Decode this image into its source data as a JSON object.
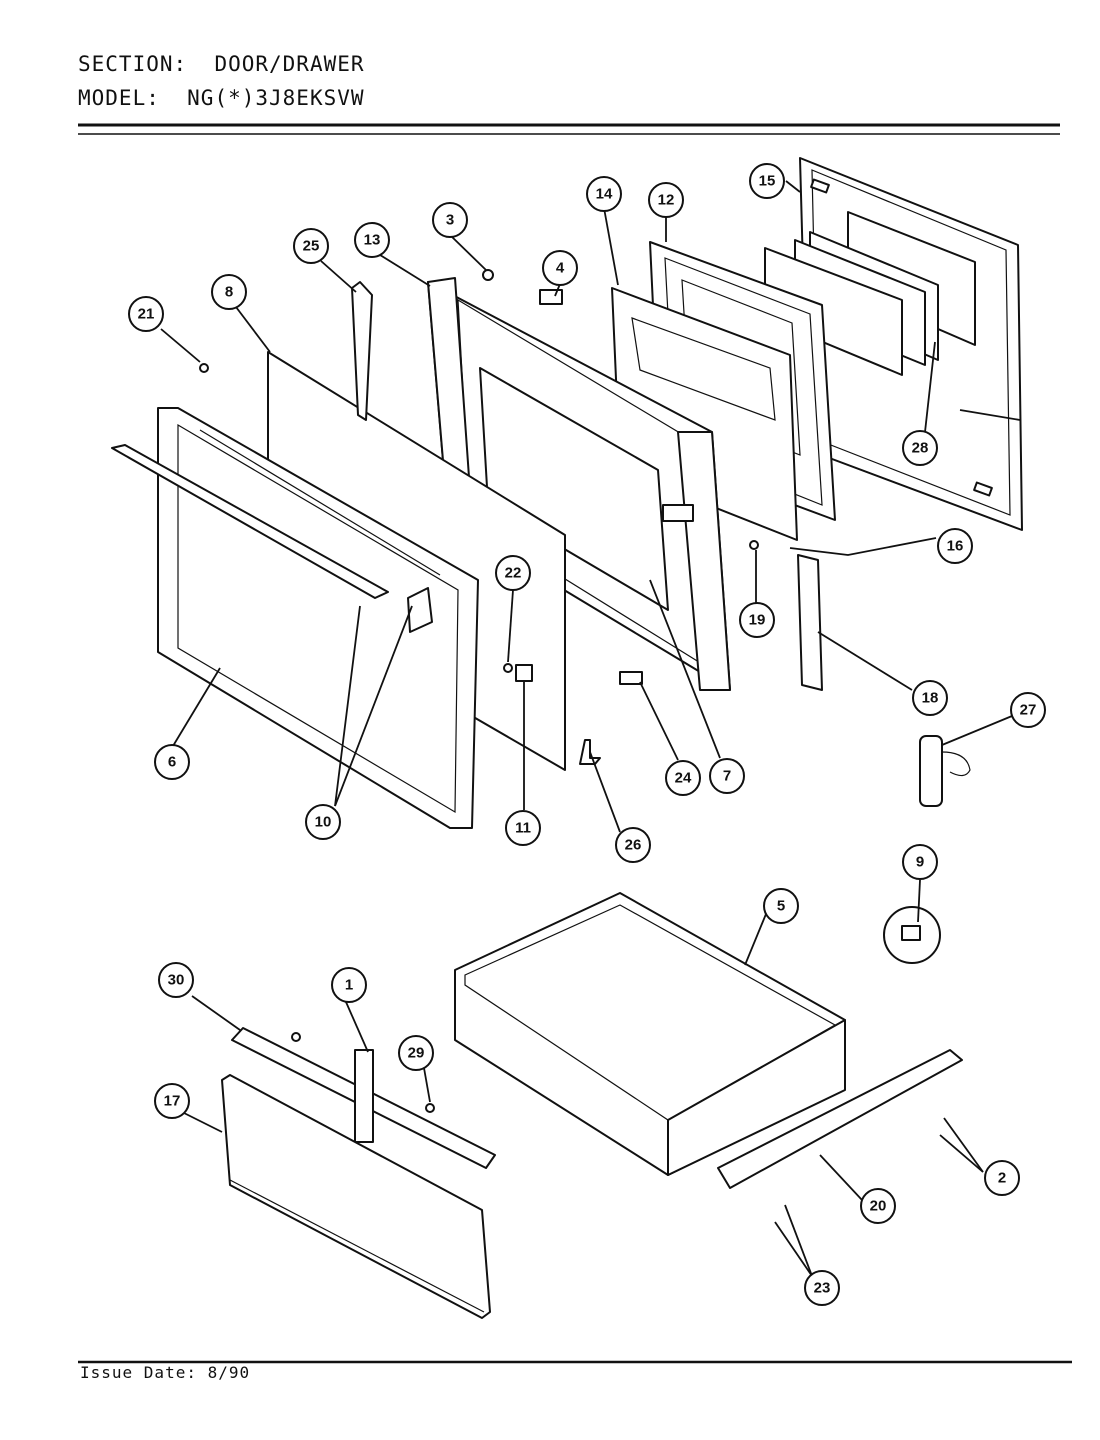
{
  "header": {
    "section_label": "SECTION:",
    "section_value": "DOOR/DRAWER",
    "model_label": "MODEL:",
    "model_value": "NG(*)3J8EKSVW"
  },
  "footer": {
    "issue_date": "Issue Date: 8/90"
  },
  "callouts": [
    "1",
    "2",
    "3",
    "4",
    "5",
    "6",
    "7",
    "8",
    "9",
    "10",
    "11",
    "12",
    "13",
    "14",
    "15",
    "16",
    "17",
    "18",
    "19",
    "20",
    "21",
    "22",
    "23",
    "24",
    "25",
    "26",
    "27",
    "28",
    "29",
    "30"
  ]
}
